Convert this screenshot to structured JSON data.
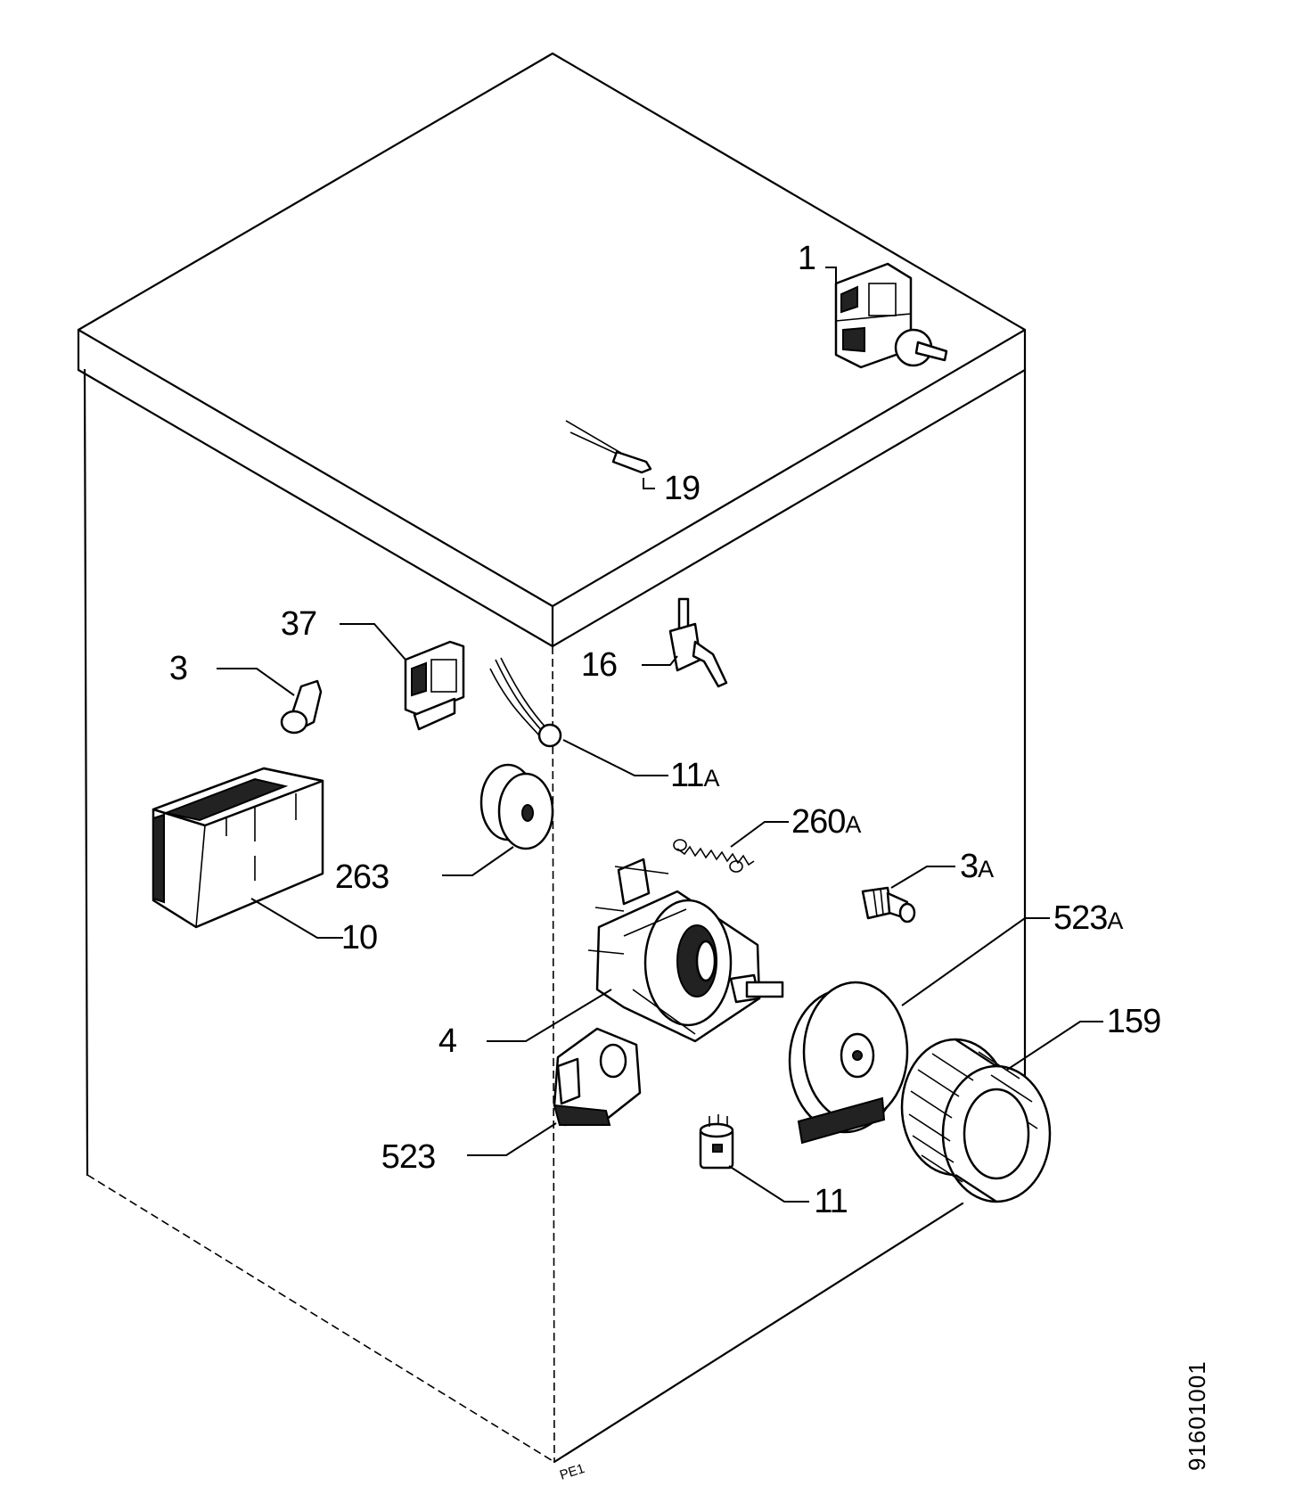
{
  "labels": {
    "p1": "1",
    "p19": "19",
    "p37": "37",
    "p3": "3",
    "p16": "16",
    "p11a_num": "11",
    "p11a_suffix": "A",
    "p260a_num": "260",
    "p260a_suffix": "A",
    "p263": "263",
    "p3a_num": "3",
    "p3a_suffix": "A",
    "p523a_num": "523",
    "p523a_suffix": "A",
    "p10": "10",
    "p4": "4",
    "p159": "159",
    "p523": "523",
    "p11": "11"
  },
  "corner_mark": "PE1",
  "document_id": "91601001"
}
